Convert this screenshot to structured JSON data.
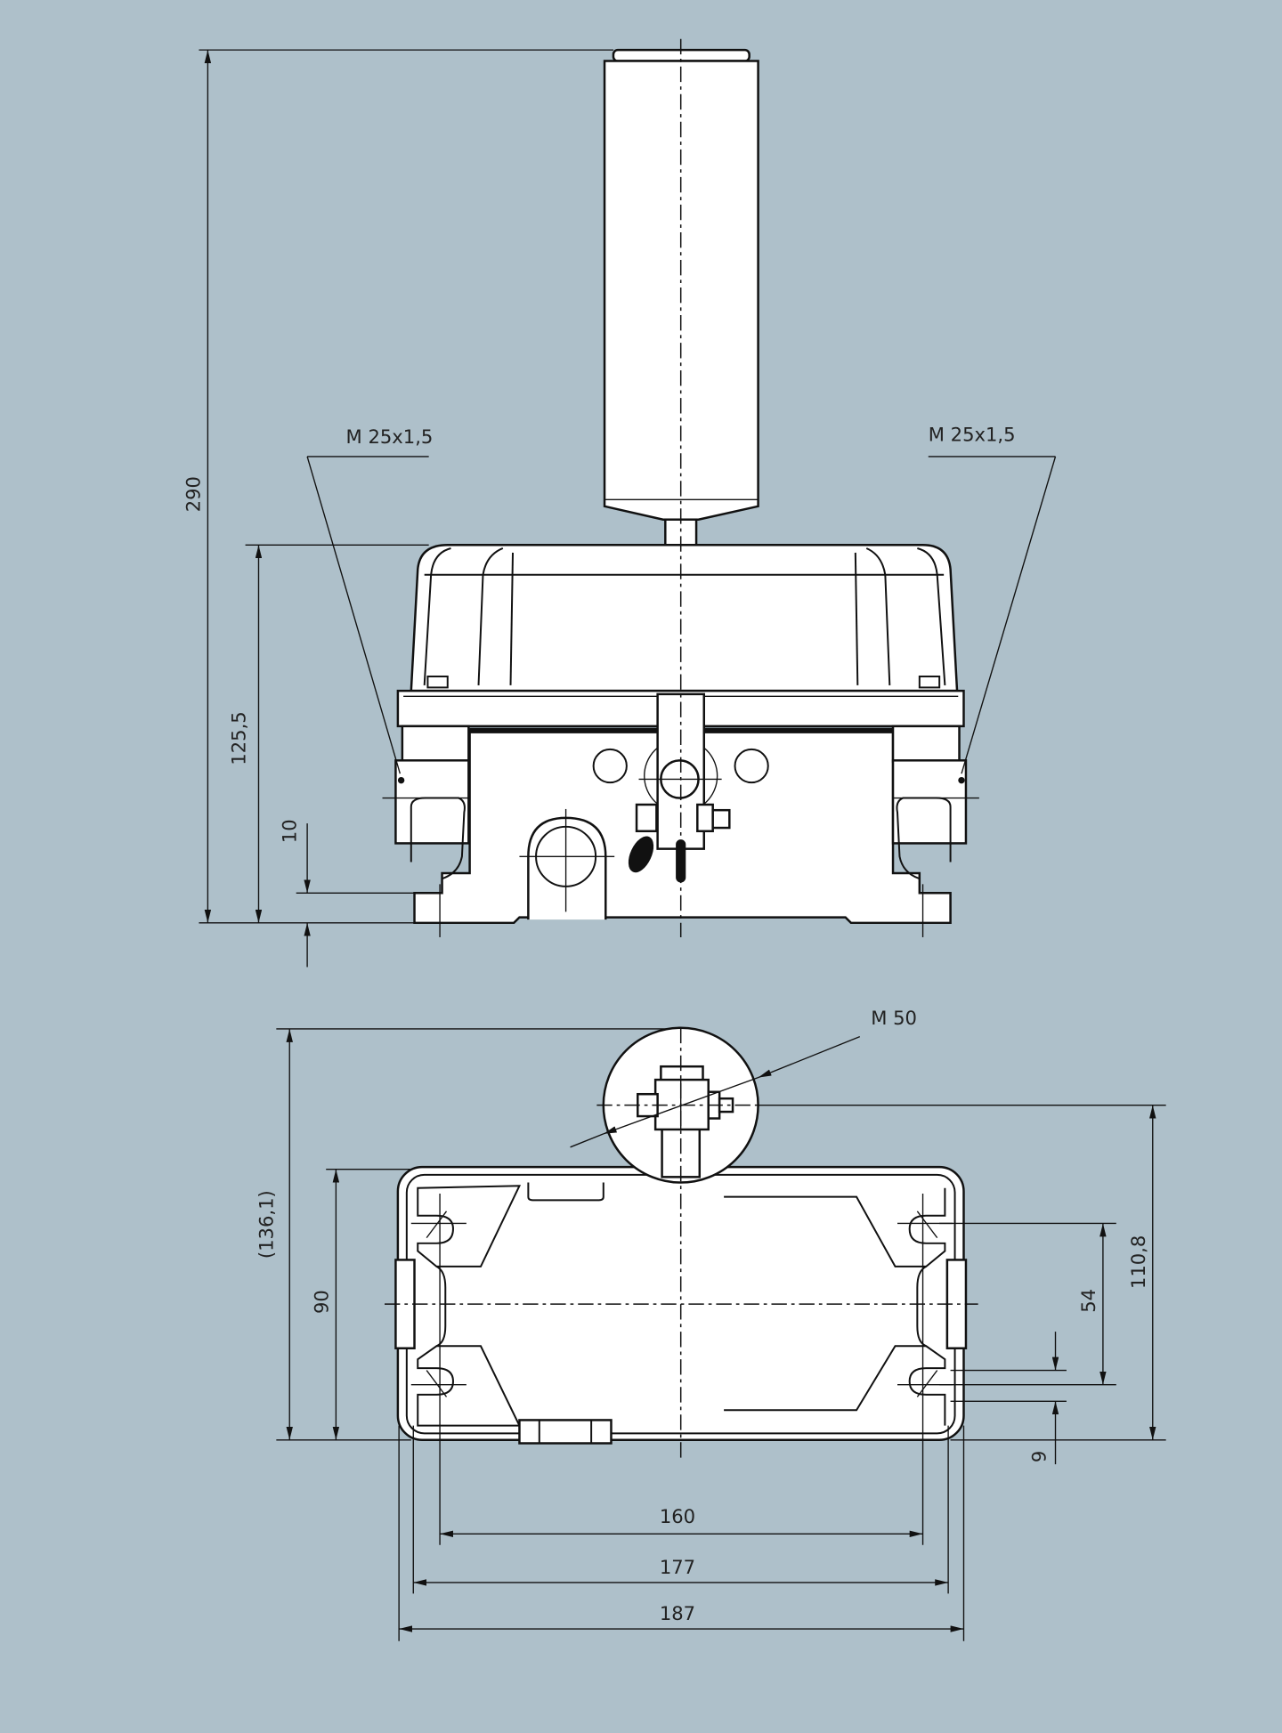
{
  "drawing": {
    "colors": {
      "background": "#aec0ca",
      "line": "#111111",
      "fill": "#ffffff"
    },
    "front_view": {
      "thread_left": "M 25x1,5",
      "thread_right": "M 25x1,5",
      "dim_total_height": "290",
      "dim_housing_height": "125,5",
      "dim_base_thickness": "10"
    },
    "top_view": {
      "thread_rod": "M 50",
      "dim_overall_depth": "(136,1)",
      "dim_body_depth": "90",
      "dim_rod_offset": "110,8",
      "dim_hole_spacing_y": "54",
      "dim_hole_edge": "9",
      "dim_hole_spacing_x": "160",
      "dim_base_width": "177",
      "dim_overall_width": "187"
    }
  }
}
